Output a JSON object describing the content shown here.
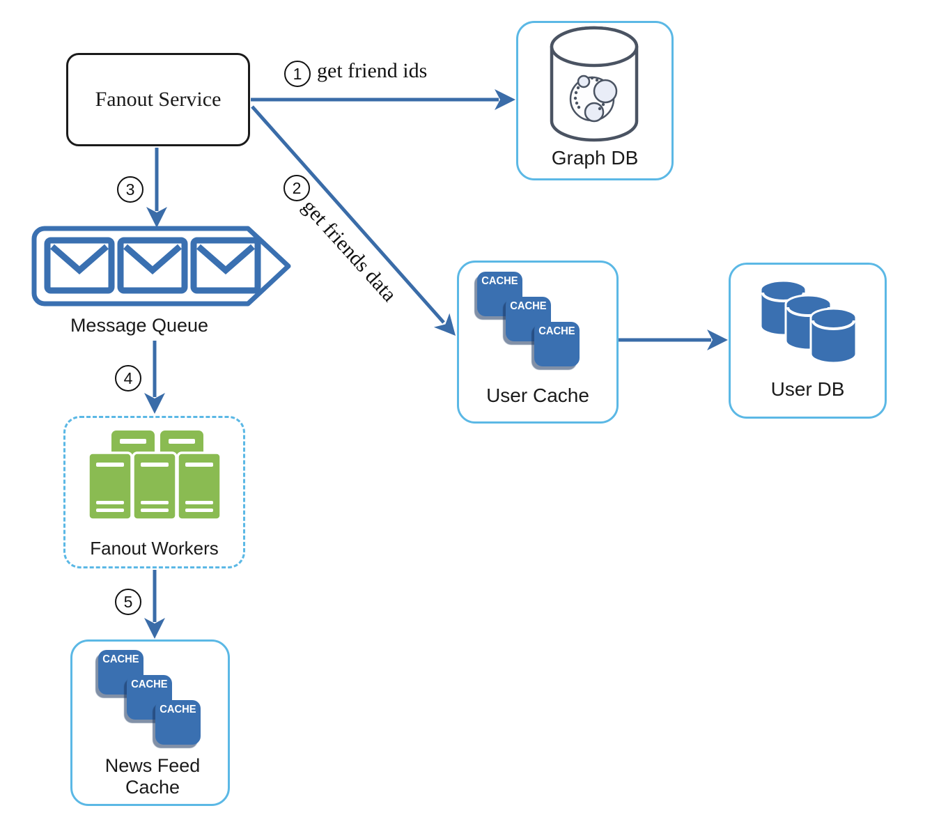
{
  "nodes": {
    "fanout_service": {
      "label": "Fanout Service"
    },
    "graph_db": {
      "label": "Graph DB"
    },
    "message_queue": {
      "label": "Message Queue"
    },
    "fanout_workers": {
      "label": "Fanout Workers"
    },
    "news_feed_cache": {
      "label": "News Feed Cache"
    },
    "user_cache": {
      "label": "User Cache"
    },
    "user_db": {
      "label": "User DB"
    }
  },
  "edges": {
    "step1": {
      "number": "1",
      "label": "get friend ids"
    },
    "step2": {
      "number": "2",
      "label": "get friends data"
    },
    "step3": {
      "number": "3"
    },
    "step4": {
      "number": "4"
    },
    "step5": {
      "number": "5"
    },
    "user_cache_to_user_db": {
      "label": ""
    }
  },
  "cache_icon": {
    "badge": "CACHE"
  },
  "icons": {
    "graph_db": "database-cylinder-graph-icon",
    "message_queue": "envelope-queue-icon",
    "fanout_workers": "server-rack-icon",
    "user_cache": "cache-stack-icon",
    "news_feed_cache": "cache-stack-icon",
    "user_db": "database-cylinders-icon"
  },
  "colors": {
    "arrow_blue": "#3a6ca8",
    "icon_blue": "#3a70b1",
    "box_border_light_blue": "#5bb8e5",
    "worker_green": "#8abb52",
    "cylinder_slate": "#4a5362",
    "text": "#1a1a1a"
  }
}
